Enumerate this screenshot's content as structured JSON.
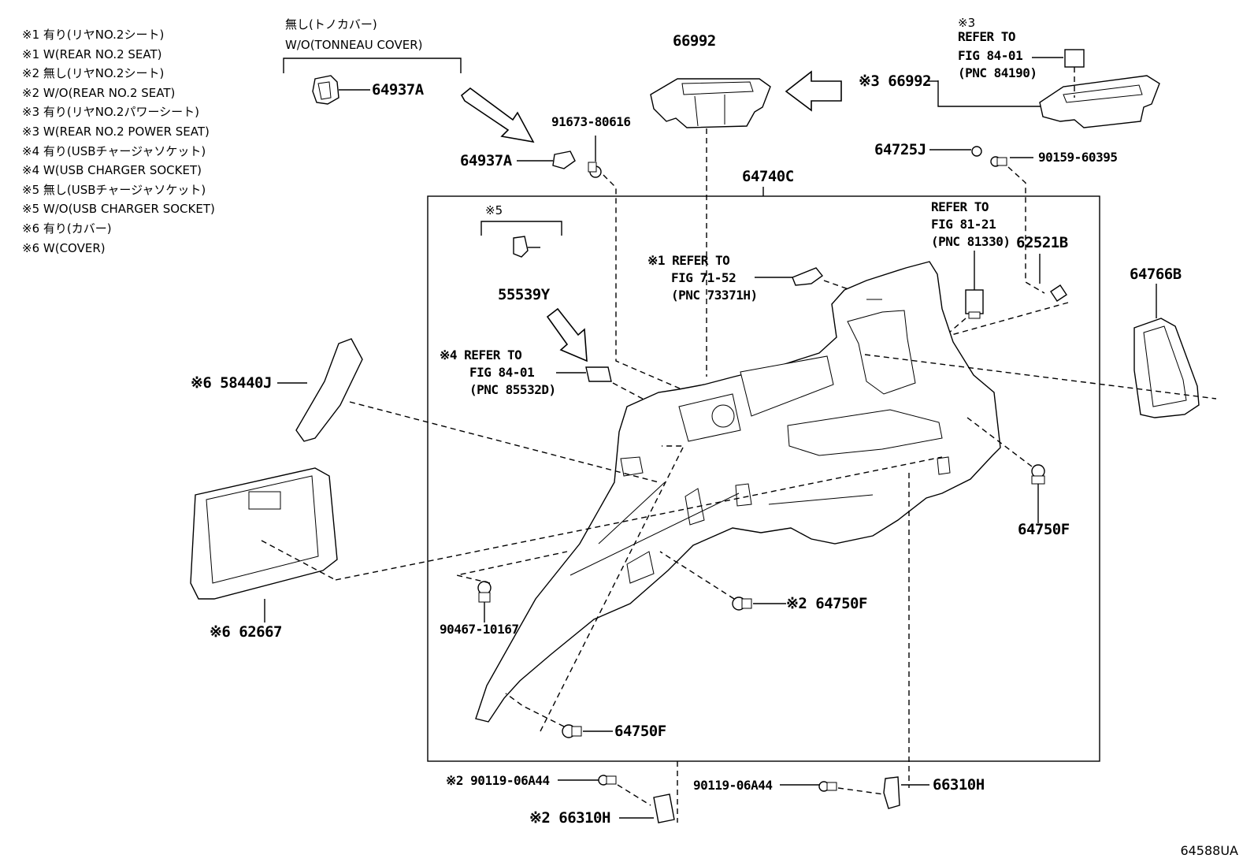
{
  "legend": [
    "※1 有り(リヤNO.2シート)",
    "※1 W(REAR NO.2 SEAT)",
    "※2 無し(リヤNO.2シート)",
    "※2 W/O(REAR NO.2 SEAT)",
    "※3 有り(リヤNO.2パワーシート)",
    "※3 W(REAR NO.2 POWER SEAT)",
    "※4 有り(USBチャージャソケット)",
    "※4 W(USB CHARGER SOCKET)",
    "※5 無し(USBチャージャソケット)",
    "※5 W/O(USB CHARGER SOCKET)",
    "※6 有り(カバー)",
    "※6 W(COVER)"
  ],
  "tonneau_note": {
    "jp": "無し(トノカバー)",
    "en": "W/O(TONNEAU COVER)"
  },
  "labels": {
    "p64937A_top": "64937A",
    "p64937A_left": "64937A",
    "p66992_top": "66992",
    "p66992_right": "※3 66992",
    "p91673": "91673-80616",
    "p64725J": "64725J",
    "p90159": "90159-60395",
    "p64740C": "64740C",
    "p55539Y": "55539Y",
    "x5_note": "※5",
    "x3_note": "※3",
    "p62521B": "62521B",
    "p64766B": "64766B",
    "p58440J": "※6 58440J",
    "p62667": "※6 62667",
    "p64750F_right": "64750F",
    "p64750F_mid": "※2 64750F",
    "p64750F_bottom": "64750F",
    "p90467": "90467-10167",
    "p90119_left": "※2 90119-06A44",
    "p90119_right": "90119-06A44",
    "p66310H_left": "※2 66310H",
    "p66310H_right": "66310H",
    "figure_id": "64588UA"
  },
  "refs": {
    "fig84_01_pnc84190": [
      "REFER TO",
      "FIG 84-01",
      "(PNC 84190)"
    ],
    "fig81_21": [
      "REFER TO",
      "FIG 81-21",
      "(PNC 81330)"
    ],
    "fig71_52": [
      "※1 REFER TO",
      "FIG 71-52",
      "(PNC 73371H)"
    ],
    "fig84_01_pnc85532D": [
      "※4 REFER TO",
      "FIG 84-01",
      "(PNC 85532D)"
    ]
  }
}
